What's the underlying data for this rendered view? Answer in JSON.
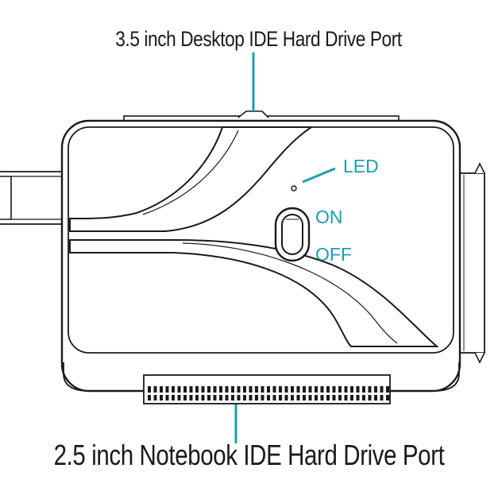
{
  "labels": {
    "top_port": "3.5 inch Desktop IDE Hard Drive Port",
    "bottom_port": "2.5 inch Notebook IDE Hard Drive Port",
    "led": "LED",
    "switch_on": "ON",
    "switch_off": "OFF"
  },
  "colors": {
    "accent": "#1f9cb0",
    "outline": "#1a1a1a",
    "background": "#ffffff"
  }
}
